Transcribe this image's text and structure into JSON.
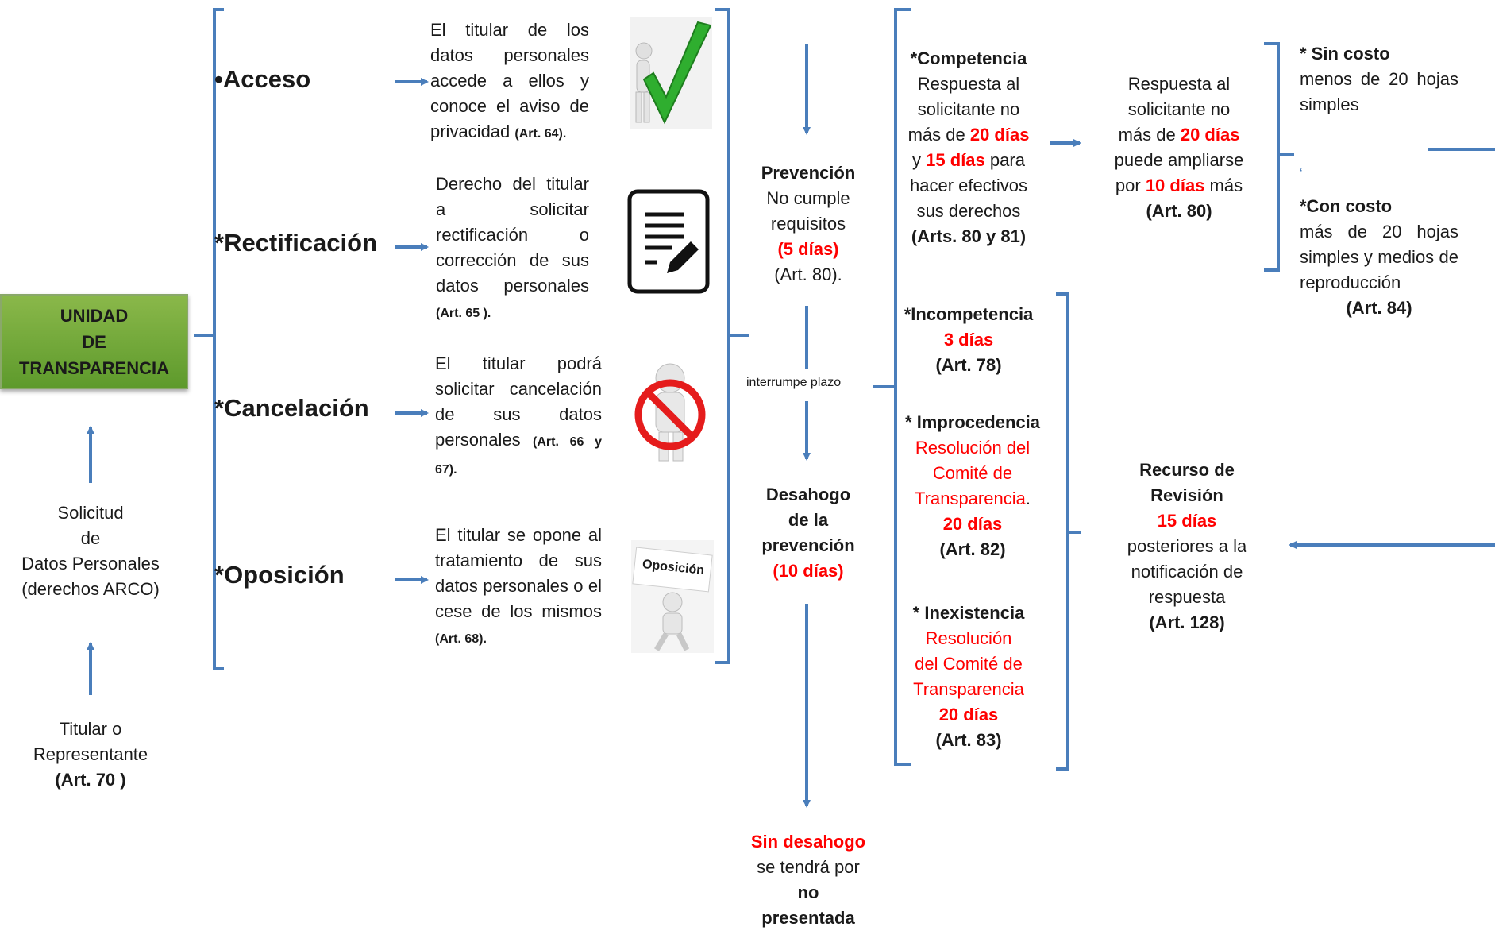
{
  "unit": {
    "line1": "UNIDAD",
    "line2": "DE",
    "line3": "TRANSPARENCIA"
  },
  "request": {
    "line1": "Solicitud",
    "line2": "de",
    "line3": "Datos Personales",
    "line4": "(derechos ARCO)"
  },
  "holder": {
    "line1": "Titular o",
    "line2": "Representante",
    "line3": "(Art. 70 )"
  },
  "rights": [
    {
      "label": "•Acceso",
      "desc": "El titular de los datos personales accede a ellos y conoce el aviso de privacidad",
      "art": "(Art. 64).",
      "icon": "checkmark-icon"
    },
    {
      "label": "*Rectificación",
      "desc": "Derecho del titular a solicitar rectificación o corrección de sus datos personales",
      "art": "(Art. 65 ).",
      "icon": "document-edit-icon"
    },
    {
      "label": "*Cancelación",
      "desc": "El titular podrá solicitar cancelación de sus datos personales",
      "art": "(Art. 66 y 67).",
      "icon": "prohibited-icon"
    },
    {
      "label": "*Oposición",
      "desc": "El titular se opone al tratamiento de sus datos personales o el cese de los mismos",
      "art": "(Art. 68).",
      "icon": "protest-sign-icon",
      "sign_text": "Oposición"
    }
  ],
  "prevention": {
    "title": "Prevención",
    "l1": "No cumple",
    "l2": "requisitos",
    "days": "(5 días)",
    "art": "(Art. 80)."
  },
  "interrupt": "interrumpe plazo",
  "desahogo": {
    "l1": "Desahogo",
    "l2": "de la",
    "l3": "prevención",
    "days": "(10 días)"
  },
  "sin_desahogo": {
    "l1": "Sin desahogo",
    "l2": "se tendrá por",
    "l3": "no",
    "l4": "presentada"
  },
  "competencia": {
    "title": "*Competencia",
    "l1": "Respuesta al",
    "l2": "solicitante no",
    "l3a": "más de ",
    "l3b": "20 días",
    "l4a": "y ",
    "l4b": "15 días",
    "l4c": " para",
    "l5": "hacer efectivos",
    "l6": "sus derechos",
    "art": "(Arts. 80 y 81)"
  },
  "incompetencia": {
    "title": "*Incompetencia",
    "days": "3 días",
    "art": "(Art. 78)"
  },
  "improcedencia": {
    "title": "* Improcedencia",
    "l1": "Resolución del",
    "l2": "Comité de",
    "l3": "Transparencia",
    "dot": ".",
    "days": "20 días",
    "art": "(Art. 82)"
  },
  "inexistencia": {
    "title": "* Inexistencia",
    "l1": "Resolución",
    "l2": "del Comité de",
    "l3": "Transparencia",
    "days": "20 días",
    "art": "(Art. 83)"
  },
  "ampliacion": {
    "l1": "Respuesta al",
    "l2": "solicitante no",
    "l3a": "más de ",
    "l3b": "20 días",
    "l4": "puede ampliarse",
    "l5a": "por ",
    "l5b": "10 días",
    "l5c": " más",
    "art": "(Art. 80)"
  },
  "costs": {
    "free_title": "* Sin costo",
    "free_desc": "menos de 20 hojas simples",
    "comma": "‘",
    "paid_title": "*Con costo",
    "paid_desc": "más de 20 hojas simples y medios de reproducción",
    "art": "(Art. 84)"
  },
  "recurso": {
    "l1": "Recurso de",
    "l2": "Revisión",
    "days": "15 días",
    "l3": "posteriores a la",
    "l4": "notificación de",
    "l5": "respuesta",
    "art": "(Art. 128)"
  },
  "colors": {
    "arrow": "#4a7ebb",
    "bracket": "#4a7ebb",
    "green_box": "#6fa83a",
    "highlight": "#ff0000"
  }
}
